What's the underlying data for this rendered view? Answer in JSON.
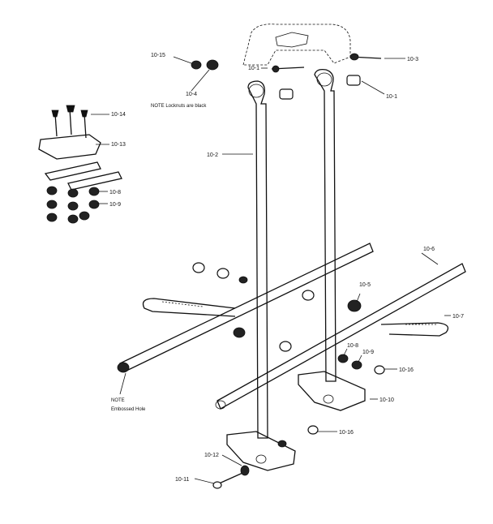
{
  "diagram": {
    "callouts": [
      {
        "id": "lbl-10-15",
        "text": "10-15"
      },
      {
        "id": "lbl-10-1a",
        "text": "10-1"
      },
      {
        "id": "lbl-10-3",
        "text": "10-3"
      },
      {
        "id": "lbl-10-4",
        "text": "10-4"
      },
      {
        "id": "lbl-10-1b",
        "text": "10-1"
      },
      {
        "id": "lbl-10-14",
        "text": "10-14"
      },
      {
        "id": "lbl-10-13",
        "text": "10-13"
      },
      {
        "id": "lbl-10-2",
        "text": "10-2"
      },
      {
        "id": "lbl-10-8a",
        "text": "10-8"
      },
      {
        "id": "lbl-10-9a",
        "text": "10-9"
      },
      {
        "id": "lbl-10-6",
        "text": "10-6"
      },
      {
        "id": "lbl-10-5",
        "text": "10-5"
      },
      {
        "id": "lbl-10-7",
        "text": "10-7"
      },
      {
        "id": "lbl-10-8b",
        "text": "10-8"
      },
      {
        "id": "lbl-10-9b",
        "text": "10-9"
      },
      {
        "id": "lbl-10-16a",
        "text": "10-16"
      },
      {
        "id": "lbl-10-10",
        "text": "10-10"
      },
      {
        "id": "lbl-10-16b",
        "text": "10-16"
      },
      {
        "id": "lbl-10-12",
        "text": "10-12"
      },
      {
        "id": "lbl-10-11",
        "text": "10-11"
      }
    ],
    "notes": {
      "locknuts": "NOTE  Locknuts are black",
      "embossed_title": "NOTE",
      "embossed_text": "Embossed Hole"
    }
  }
}
